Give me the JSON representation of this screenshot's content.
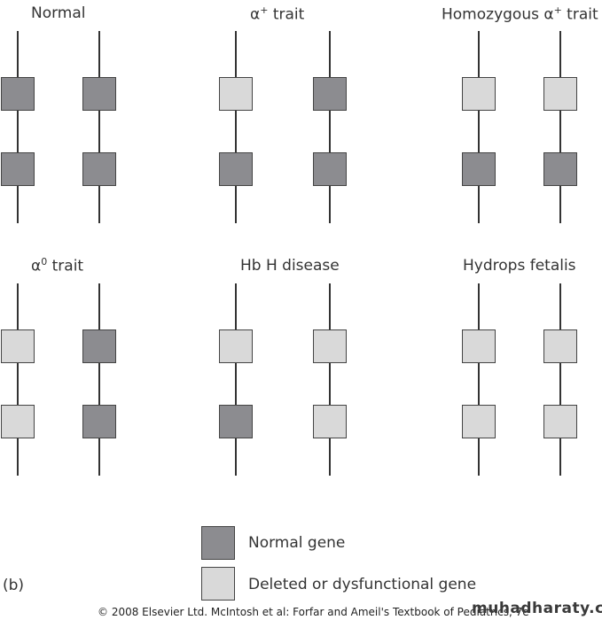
{
  "colors": {
    "normal": "#8c8c90",
    "deleted": "#d9d9d9"
  },
  "panels": [
    {
      "title_main": "Normal",
      "title_sup": "",
      "title_suffix": "",
      "genes": [
        [
          "normal",
          "normal"
        ],
        [
          "normal",
          "normal"
        ]
      ]
    },
    {
      "title_main": "α",
      "title_sup": "+",
      "title_suffix": " trait",
      "genes": [
        [
          "deleted",
          "normal"
        ],
        [
          "normal",
          "normal"
        ]
      ]
    },
    {
      "title_main": "Homozygous α",
      "title_sup": "+",
      "title_suffix": " trait",
      "genes": [
        [
          "deleted",
          "deleted"
        ],
        [
          "normal",
          "normal"
        ]
      ]
    },
    {
      "title_main": "α",
      "title_sup": "0",
      "title_suffix": " trait",
      "genes": [
        [
          "deleted",
          "normal"
        ],
        [
          "deleted",
          "normal"
        ]
      ]
    },
    {
      "title_main": "Hb H disease",
      "title_sup": "",
      "title_suffix": "",
      "genes": [
        [
          "deleted",
          "deleted"
        ],
        [
          "normal",
          "deleted"
        ]
      ]
    },
    {
      "title_main": "Hydrops fetalis",
      "title_sup": "",
      "title_suffix": "",
      "genes": [
        [
          "deleted",
          "deleted"
        ],
        [
          "deleted",
          "deleted"
        ]
      ]
    }
  ],
  "legend": {
    "normal_label": "Normal gene",
    "deleted_label": "Deleted or dysfunctional gene"
  },
  "panel_letter": "(b)",
  "copyright": "© 2008 Elsevier Ltd. McIntosh et al: Forfar and Ameil's Textbook of Pediatrics, 7e",
  "watermark": "muhadharaty.com"
}
